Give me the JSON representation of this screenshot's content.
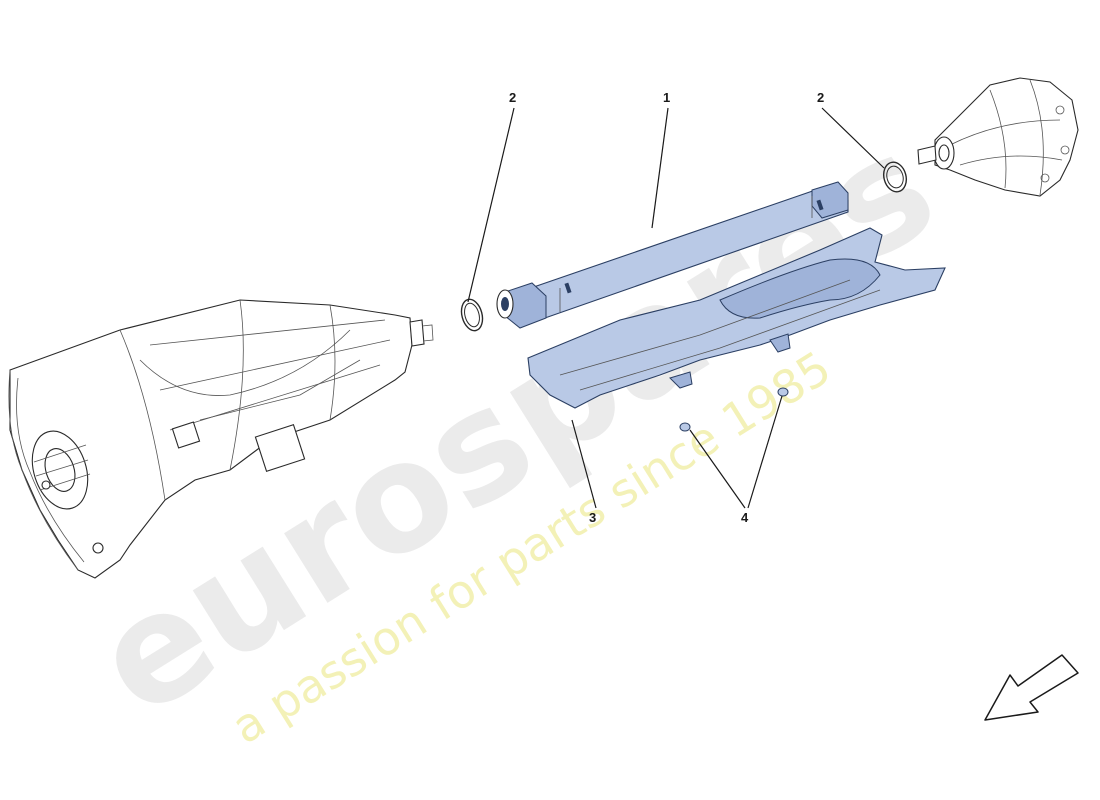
{
  "diagram": {
    "callouts": [
      {
        "id": "c1",
        "label": "1"
      },
      {
        "id": "c2a",
        "label": "2"
      },
      {
        "id": "c2b",
        "label": "2"
      },
      {
        "id": "c3",
        "label": "3"
      },
      {
        "id": "c4",
        "label": "4"
      }
    ]
  },
  "watermark": {
    "brand": "eurospares",
    "tagline": "a passion for parts since 1985"
  },
  "icons": {
    "direction": "arrow-direction-icon"
  }
}
